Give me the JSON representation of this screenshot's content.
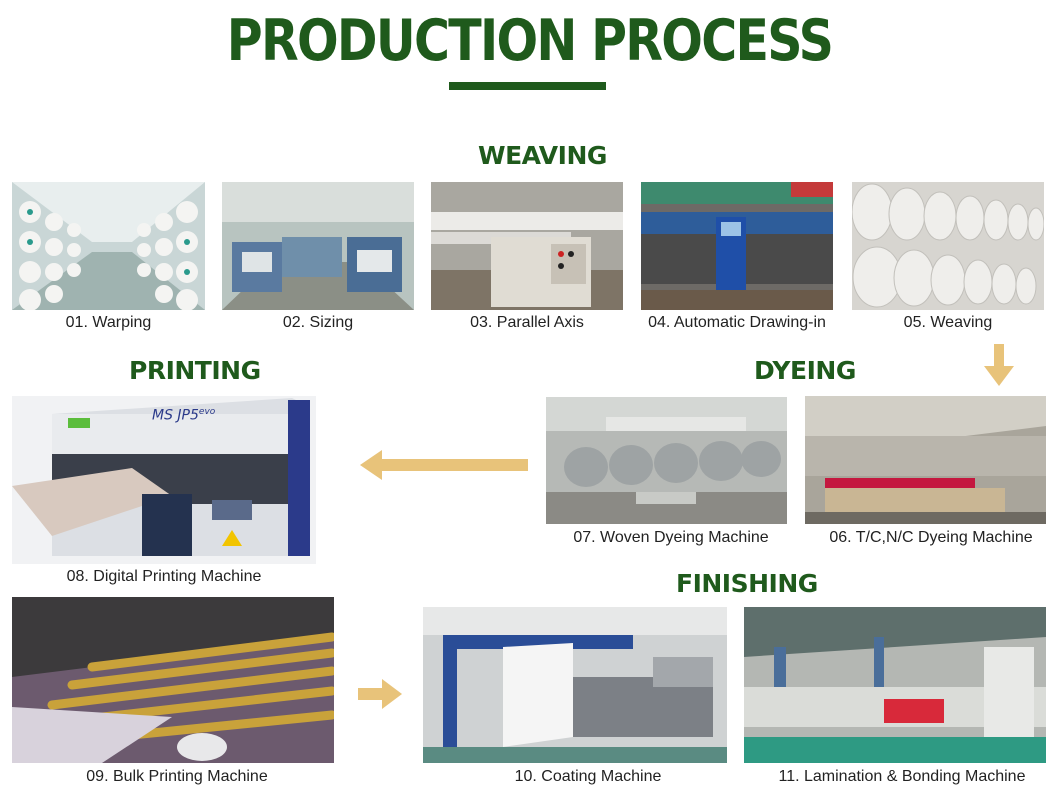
{
  "title": "PRODUCTION PROCESS",
  "sections": {
    "weaving": "WEAVING",
    "printing": "PRINTING",
    "dyeing": "DYEING",
    "finishing": "FINISHING"
  },
  "steps": [
    {
      "caption": "01. Warping"
    },
    {
      "caption": "02. Sizing"
    },
    {
      "caption": "03. Parallel Axis"
    },
    {
      "caption": "04. Automatic Drawing-in"
    },
    {
      "caption": "05. Weaving"
    },
    {
      "caption": "06. T/C,N/C Dyeing Machine"
    },
    {
      "caption": "07. Woven Dyeing Machine"
    },
    {
      "caption": "08. Digital Printing Machine"
    },
    {
      "caption": "09. Bulk Printing Machine"
    },
    {
      "caption": "10. Coating Machine"
    },
    {
      "caption": "11. Lamination & Bonding Machine"
    }
  ],
  "machine_label": "MS JP5",
  "machine_label_sup": "evo",
  "colors": {
    "title_green": "#1f5a1c",
    "arrow": "#e8c37a"
  }
}
